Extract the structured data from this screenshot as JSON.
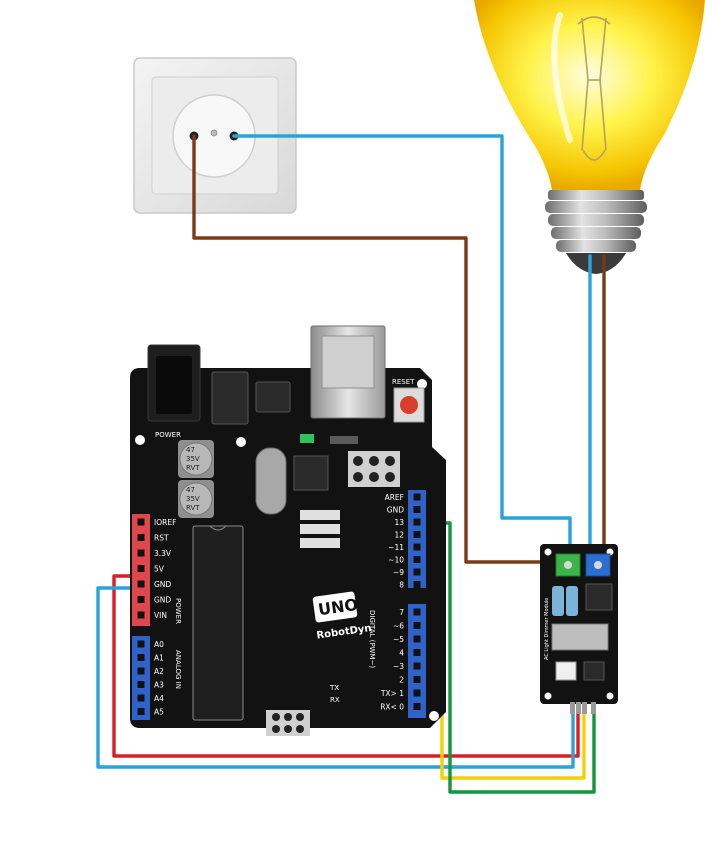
{
  "board": {
    "logo": "UNO",
    "brand": "RobotDyn",
    "power_header_label": "POWER",
    "analog_header_label": "ANALOG IN",
    "digital_header_label": "DIGITAL (PWM~)",
    "reset_label": "RESET",
    "power_jack_label": "POWER",
    "power_pins": [
      "IOREF",
      "RST",
      "3.3V",
      "5V",
      "GND",
      "GND",
      "VIN"
    ],
    "analog_pins": [
      "A0",
      "A1",
      "A2",
      "A3",
      "A4",
      "A5"
    ],
    "digital_pins_top": [
      "AREF",
      "GND",
      "13",
      "12",
      "~11",
      "~10",
      "~9",
      "8"
    ],
    "digital_pins_bottom": [
      "7",
      "~6",
      "~5",
      "4",
      "~3",
      "2",
      "TX> 1",
      "RX< 0"
    ],
    "capacitor_text": [
      "47",
      "35V",
      "RVT"
    ],
    "tx_label": "TX",
    "rx_label": "RX"
  },
  "dimmer_module": {
    "label": "AC Light Dimmer Module"
  },
  "wire_colors": {
    "blue": "#29a3dc",
    "brown": "#7a3b14",
    "red": "#d81f26",
    "yellow": "#f2d00a",
    "green": "#11963d"
  }
}
